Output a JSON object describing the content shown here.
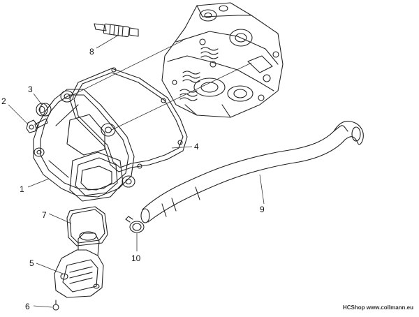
{
  "diagram": {
    "callouts": [
      {
        "id": "1",
        "label": "1"
      },
      {
        "id": "2",
        "label": "2"
      },
      {
        "id": "3",
        "label": "3"
      },
      {
        "id": "4",
        "label": "4"
      },
      {
        "id": "5",
        "label": "5"
      },
      {
        "id": "6",
        "label": "6"
      },
      {
        "id": "7",
        "label": "7"
      },
      {
        "id": "8",
        "label": "8"
      },
      {
        "id": "9",
        "label": "9"
      },
      {
        "id": "10",
        "label": "10"
      }
    ]
  },
  "watermark": {
    "brand": "HCShop",
    "site": "www.collmann.eu"
  }
}
